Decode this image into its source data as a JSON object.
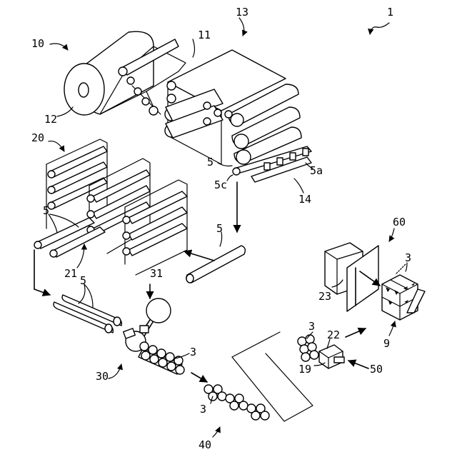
{
  "labels": {
    "system": "1",
    "web_roll_unit": "10",
    "web": "11",
    "roll": "12",
    "feeding_section": "13",
    "cutter_unit": "14",
    "stretching_unit": "20",
    "stretching_frames": "21",
    "finished_product_packing": "23",
    "cutting_unit": "30",
    "saw": "31",
    "conveyor": "40",
    "packer": "50",
    "bundler": "60",
    "log": "5",
    "log_5a": "5a",
    "log_5c": "5c",
    "rolls_3": "3",
    "carton": "9",
    "bundle_machine": "22",
    "box": "19"
  }
}
